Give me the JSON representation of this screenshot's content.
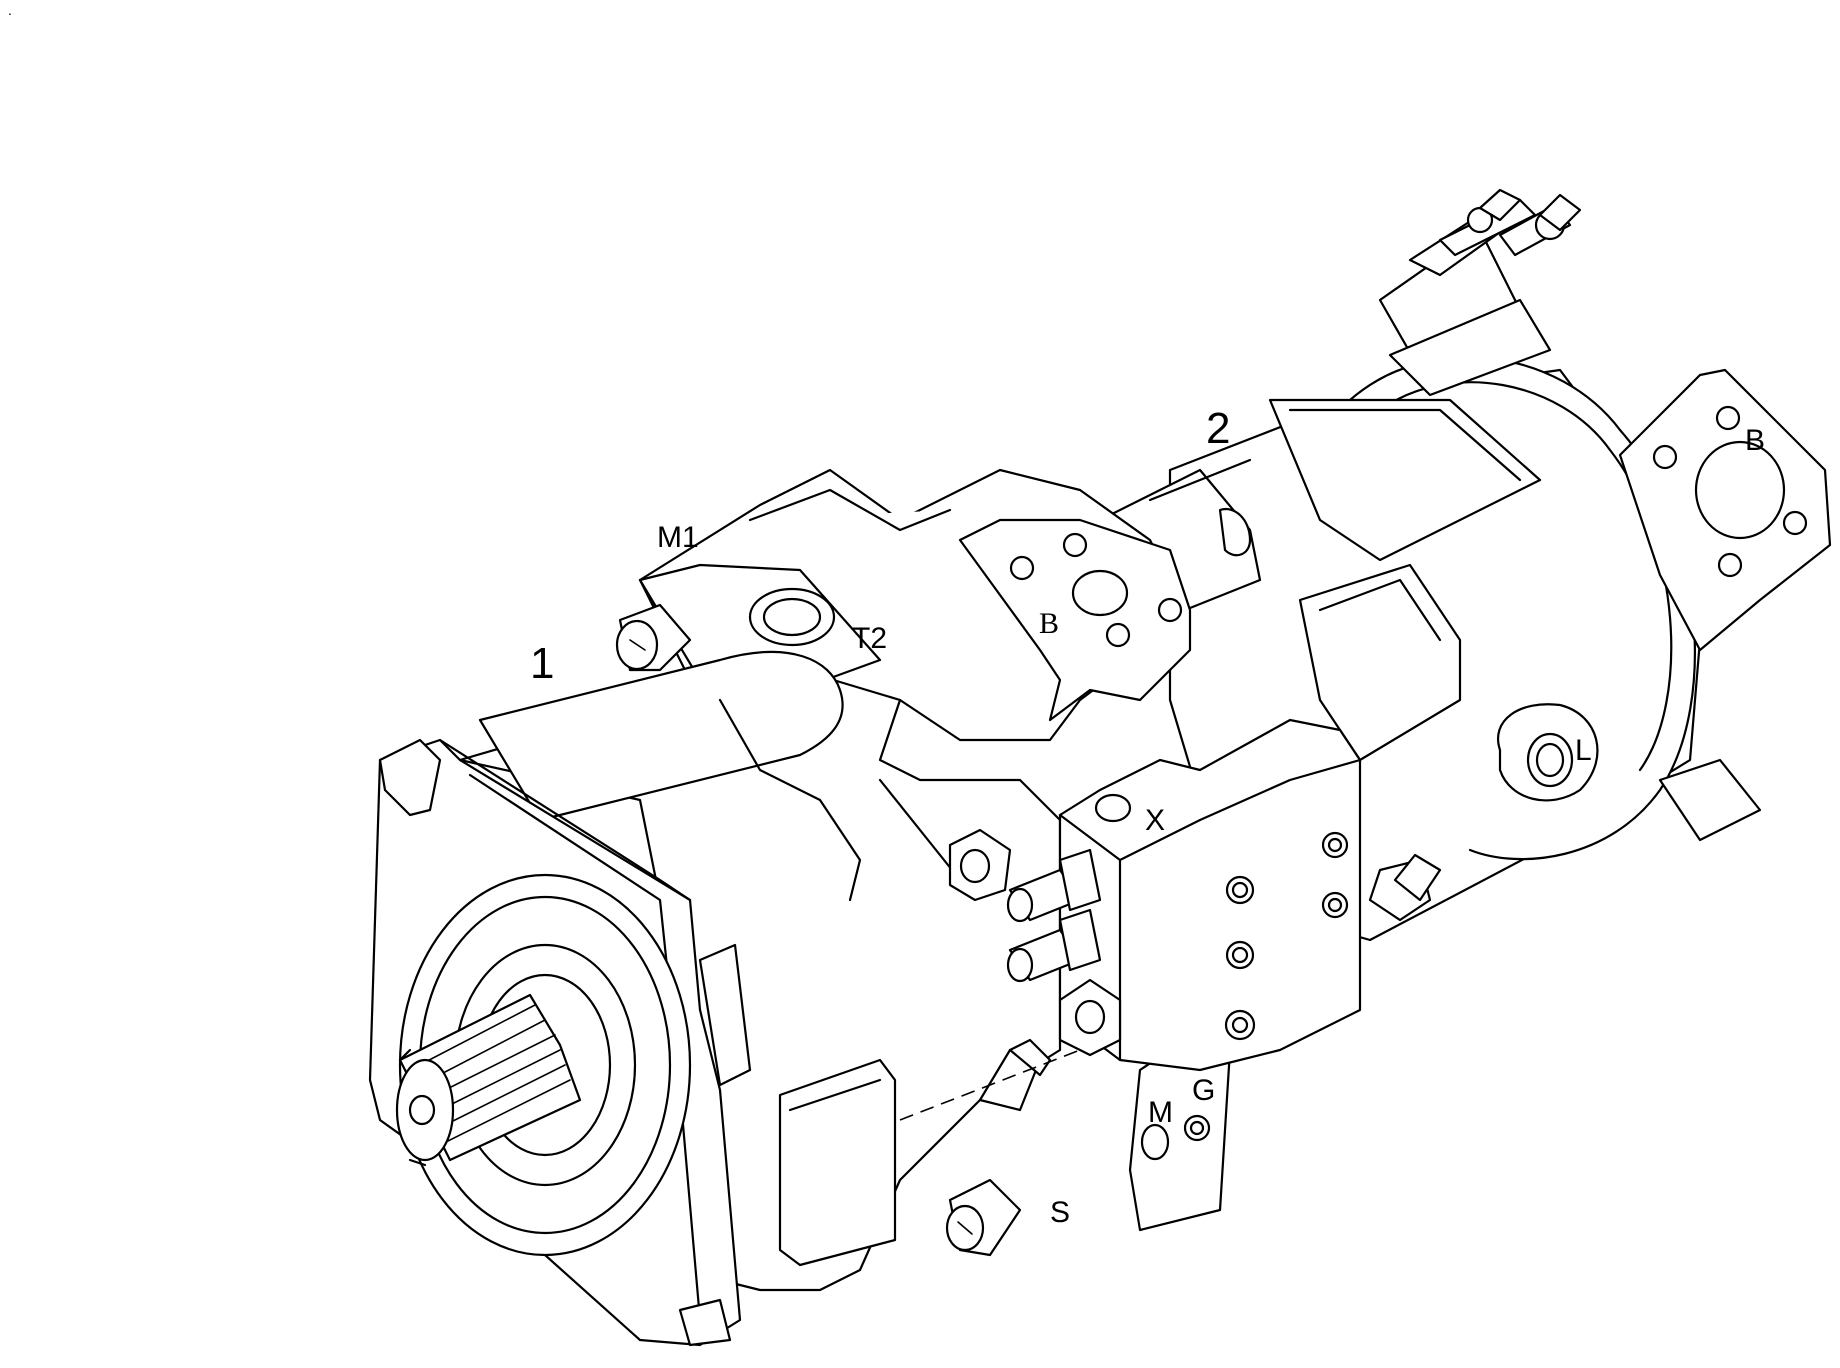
{
  "corner_mark": ".",
  "labels": {
    "item_1": "1",
    "item_2": "2",
    "port_m1": "M1",
    "port_t2": "T2",
    "port_b_top": "B",
    "port_b_right": "B",
    "port_l": "L",
    "port_x": "X",
    "port_m": "M",
    "port_g": "G",
    "port_s": "S"
  },
  "colors": {
    "line": "#000000",
    "fill": "#ffffff"
  }
}
